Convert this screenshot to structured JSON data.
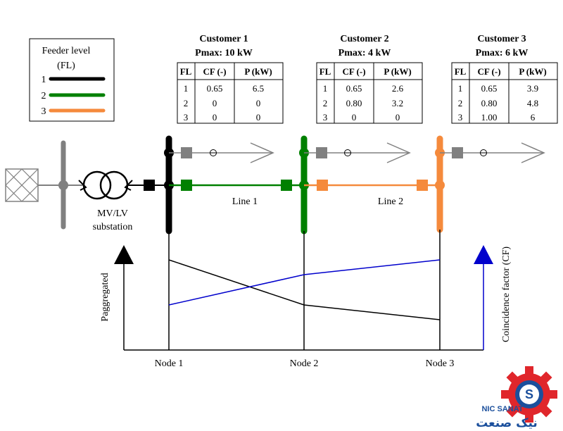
{
  "legend": {
    "title_line1": "Feeder level",
    "title_line2": "(FL)",
    "items": [
      {
        "label": "1",
        "color": "#000000"
      },
      {
        "label": "2",
        "color": "#008000"
      },
      {
        "label": "3",
        "color": "#F58A3C"
      }
    ]
  },
  "table_headers": [
    "FL",
    "CF (-)",
    "P (kW)"
  ],
  "customers": [
    {
      "title": "Customer 1",
      "pmax": "Pmax: 10 kW",
      "rows": [
        [
          "1",
          "0.65",
          "6.5"
        ],
        [
          "2",
          "0",
          "0"
        ],
        [
          "3",
          "0",
          "0"
        ]
      ]
    },
    {
      "title": "Customer 2",
      "pmax": "Pmax: 4 kW",
      "rows": [
        [
          "1",
          "0.65",
          "2.6"
        ],
        [
          "2",
          "0.80",
          "3.2"
        ],
        [
          "3",
          "0",
          "0"
        ]
      ]
    },
    {
      "title": "Customer 3",
      "pmax": "Pmax: 6 kW",
      "rows": [
        [
          "1",
          "0.65",
          "3.9"
        ],
        [
          "2",
          "0.80",
          "4.8"
        ],
        [
          "3",
          "1.00",
          "6"
        ]
      ]
    }
  ],
  "labels": {
    "substation_line1": "MV/LV",
    "substation_line2": "substation",
    "line1": "Line 1",
    "line2": "Line 2",
    "left_axis": "Paggregated",
    "right_axis": "Coincidence factor (CF)"
  },
  "nodes": [
    "Node 1",
    "Node 2",
    "Node 3"
  ],
  "colors": {
    "black": "#000000",
    "green": "#008000",
    "orange": "#F58A3C",
    "gray": "#808080",
    "blue": "#0000CC",
    "logo_red": "#E0262B",
    "logo_blue": "#1B4F9C"
  },
  "logo": {
    "brand_latin": "NIC SANAT",
    "brand_persian": "نیک صنعت"
  }
}
